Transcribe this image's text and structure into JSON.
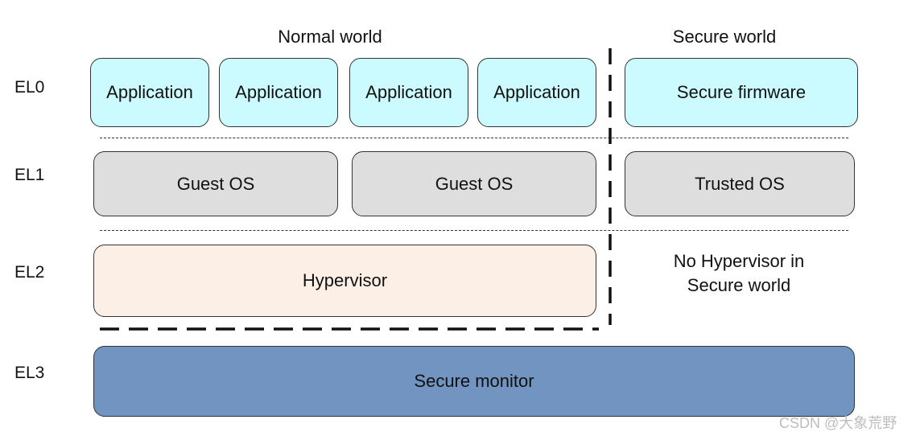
{
  "headers": {
    "normal_world": "Normal world",
    "secure_world": "Secure world"
  },
  "levels": [
    "EL0",
    "EL1",
    "EL2",
    "EL3"
  ],
  "el0": {
    "applications": [
      "Application",
      "Application",
      "Application",
      "Application"
    ],
    "secure_firmware": "Secure firmware"
  },
  "el1": {
    "guest_os": [
      "Guest OS",
      "Guest OS"
    ],
    "trusted_os": "Trusted OS"
  },
  "el2": {
    "hypervisor": "Hypervisor",
    "no_hypervisor_note": [
      "No Hypervisor in",
      "Secure world"
    ]
  },
  "el3": {
    "secure_monitor": "Secure monitor"
  },
  "watermark": "CSDN @大象荒野",
  "colors": {
    "application_fill": "#ccfbff",
    "os_fill": "#dedede",
    "hypervisor_fill": "#fcefe6",
    "monitor_fill": "#7294c1"
  }
}
